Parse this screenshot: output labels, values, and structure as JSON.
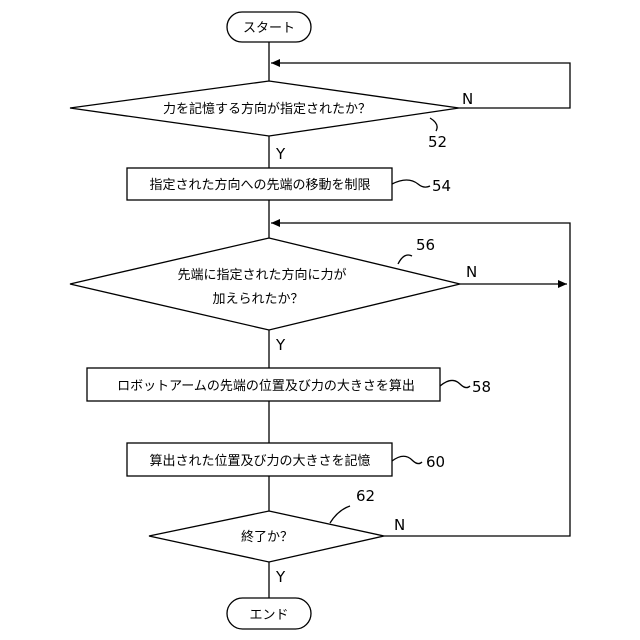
{
  "nodes": {
    "start": "スタート",
    "q1": "力を記憶する方向が指定されたか？",
    "p1": "指定された方向への先端の移動を制限",
    "q2_line1": "先端に指定された方向に力が",
    "q2_line2": "加えられたか？",
    "p2": "ロボットアームの先端の位置及び力の大きさを算出",
    "p3": "算出された位置及び力の大きさを記憶",
    "q3": "終了か？",
    "end": "エンド"
  },
  "refs": {
    "q1": "52",
    "p1": "54",
    "q2": "56",
    "p2": "58",
    "p3": "60",
    "q3": "62"
  },
  "labels": {
    "yes": "Y",
    "no": "N"
  }
}
